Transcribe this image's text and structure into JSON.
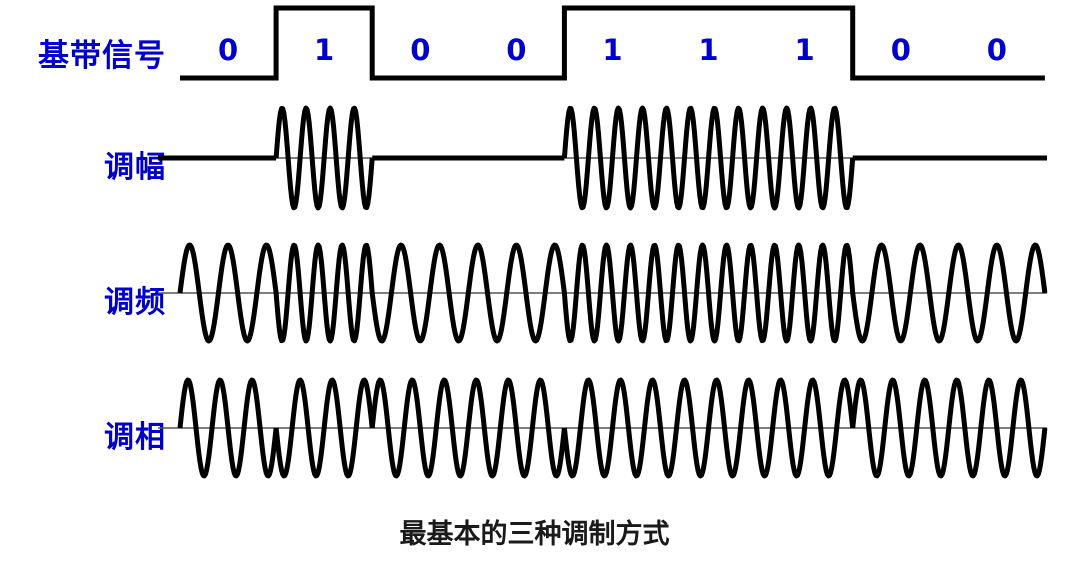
{
  "title": "最基本的三种调制方式",
  "caption": "最基本的三种调制方式",
  "colors": {
    "label_blue": "#0000cc",
    "digit_blue": "#0000cc",
    "wave_black": "#000000",
    "axis_gray": "#555555",
    "background": "#ffffff"
  },
  "rows": [
    {
      "key": "baseband",
      "label": "基带信号",
      "axis_y": 78
    },
    {
      "key": "am",
      "label": "调幅",
      "axis_y": 158
    },
    {
      "key": "fm",
      "label": "调频",
      "axis_y": 293
    },
    {
      "key": "pm",
      "label": "调相",
      "axis_y": 428
    }
  ],
  "chart_data": {
    "type": "line",
    "title": "最基本的三种调制方式",
    "xlabel": "",
    "ylabel": "",
    "grid": false,
    "legend": "none",
    "bit_sequence": [
      0,
      1,
      0,
      0,
      1,
      1,
      1,
      0,
      0
    ],
    "bit_labels": [
      "0",
      "1",
      "0",
      "0",
      "1",
      "1",
      "1",
      "0",
      "0"
    ],
    "bit_count": 9,
    "timeline": {
      "x_start": 180,
      "x_end": 1045,
      "bit_width": 96.1
    },
    "series": [
      {
        "name": "基带信号",
        "type": "square",
        "axis_y": 78,
        "high_offset": -70,
        "low_offset": 0,
        "stroke_width": 5,
        "values": [
          0,
          1,
          0,
          0,
          1,
          1,
          1,
          0,
          0
        ]
      },
      {
        "name": "调幅",
        "type": "ask",
        "axis_y": 158,
        "amplitude": 50,
        "cycles_per_bit": 4,
        "stroke_width": 5,
        "values": [
          0,
          1,
          0,
          0,
          1,
          1,
          1,
          0,
          0
        ]
      },
      {
        "name": "调频",
        "type": "fsk",
        "axis_y": 293,
        "amplitude": 48,
        "cycles_per_bit_low": 2.5,
        "cycles_per_bit_high": 4,
        "stroke_width": 5,
        "values": [
          0,
          1,
          0,
          0,
          1,
          1,
          1,
          0,
          0
        ]
      },
      {
        "name": "调相",
        "type": "psk",
        "axis_y": 428,
        "amplitude": 48,
        "cycles_per_bit": 3,
        "phase_for_zero": 0,
        "phase_for_one": 180,
        "stroke_width": 5,
        "values": [
          0,
          1,
          0,
          0,
          1,
          1,
          1,
          0,
          0
        ]
      }
    ]
  }
}
